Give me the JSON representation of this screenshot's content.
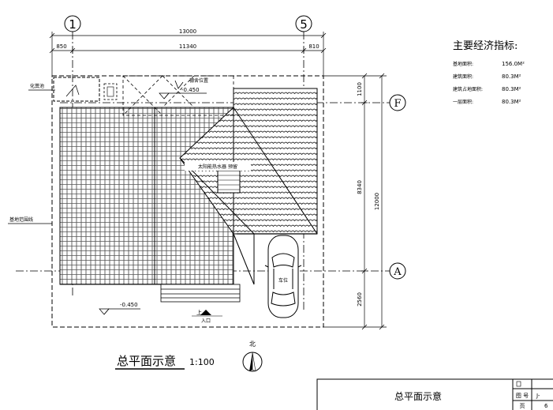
{
  "dimensions": {
    "total_width": "13000",
    "left_offset": "850",
    "inner_width": "11340",
    "right_offset": "810",
    "top_segment": "1100",
    "middle_segment": "8340",
    "total_height": "12000",
    "bottom_segment": "2560"
  },
  "grid_axes": {
    "axis_1": "1",
    "axis_5": "5",
    "axis_f": "F",
    "axis_a": "A"
  },
  "labels": {
    "shed": "化粪池",
    "awning_position": "棚舍位置",
    "level_top": "-0.450",
    "level_bottom": "-0.450",
    "solar_heater": "太阳能热水器 预留",
    "site_boundary": "基地范围线",
    "parking": "车位",
    "up": "上",
    "entrance": "入口",
    "north": "北"
  },
  "indicators": {
    "title": "主要经济指标:",
    "rows": [
      {
        "label": "基地面积:",
        "value": "156.0M²"
      },
      {
        "label": "建筑面积:",
        "value": "80.3M²"
      },
      {
        "label": "建筑占地面积:",
        "value": "80.3M²"
      },
      {
        "label": "一层面积:",
        "value": "80.3M²"
      }
    ]
  },
  "drawing_title": {
    "name": "总平面示意",
    "scale": "1:100"
  },
  "title_block": {
    "name": "总平面示意",
    "field_label_1": "图 号",
    "field_label_2": "页",
    "field_value_1": "J-",
    "field_value_2": "6"
  },
  "colors": {
    "line": "#000000",
    "background": "#ffffff"
  }
}
